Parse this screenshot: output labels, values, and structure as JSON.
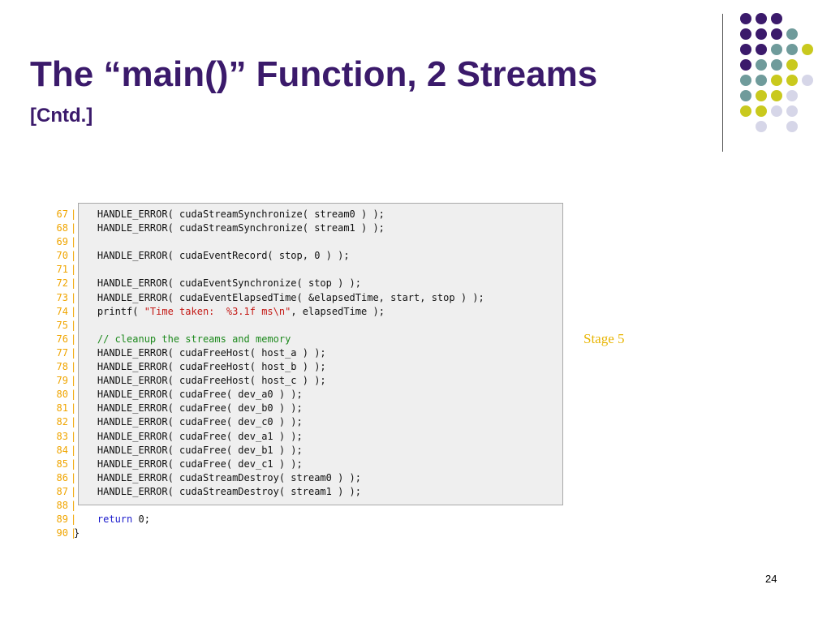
{
  "slide": {
    "title": "The “main()” Function, 2 Streams",
    "subtitle": "[Cntd.]",
    "stage_label": "Stage 5",
    "page_number": "24"
  },
  "colors": {
    "title": "#3b1a6b",
    "dot_purple": "#3b1a6b",
    "dot_teal": "#6f9b9b",
    "dot_yellow": "#c9c91e",
    "dot_lavender": "#d6d6e8",
    "line_number": "#f0a500",
    "stage_label": "#e8b400"
  },
  "decoration": {
    "dot_grid": [
      [
        "purple",
        "purple",
        "purple",
        null,
        null
      ],
      [
        "purple",
        "purple",
        "purple",
        "teal",
        null
      ],
      [
        "purple",
        "purple",
        "teal",
        "teal",
        "yellow"
      ],
      [
        "purple",
        "teal",
        "teal",
        "yellow",
        null
      ],
      [
        "teal",
        "teal",
        "yellow",
        "yellow",
        "lavender"
      ],
      [
        "teal",
        "yellow",
        "yellow",
        "lavender",
        null
      ],
      [
        "yellow",
        "yellow",
        "lavender",
        "lavender",
        null
      ],
      [
        null,
        "lavender",
        null,
        "lavender",
        null
      ]
    ]
  },
  "code": [
    {
      "n": "67",
      "segments": [
        {
          "t": "    HANDLE_ERROR( cudaStreamSynchronize( stream0 ) );",
          "c": ""
        }
      ]
    },
    {
      "n": "68",
      "segments": [
        {
          "t": "    HANDLE_ERROR( cudaStreamSynchronize( stream1 ) );",
          "c": ""
        }
      ]
    },
    {
      "n": "69",
      "segments": [
        {
          "t": "",
          "c": ""
        }
      ]
    },
    {
      "n": "70",
      "segments": [
        {
          "t": "    HANDLE_ERROR( cudaEventRecord( stop, 0 ) );",
          "c": ""
        }
      ]
    },
    {
      "n": "71",
      "segments": [
        {
          "t": "",
          "c": ""
        }
      ]
    },
    {
      "n": "72",
      "segments": [
        {
          "t": "    HANDLE_ERROR( cudaEventSynchronize( stop ) );",
          "c": ""
        }
      ]
    },
    {
      "n": "73",
      "segments": [
        {
          "t": "    HANDLE_ERROR( cudaEventElapsedTime( &elapsedTime, start, stop ) );",
          "c": ""
        }
      ]
    },
    {
      "n": "74",
      "segments": [
        {
          "t": "    printf( ",
          "c": ""
        },
        {
          "t": "\"Time taken:  %3.1f ms\\n\"",
          "c": "str"
        },
        {
          "t": ", elapsedTime );",
          "c": ""
        }
      ]
    },
    {
      "n": "75",
      "segments": [
        {
          "t": "",
          "c": ""
        }
      ]
    },
    {
      "n": "76",
      "segments": [
        {
          "t": "    ",
          "c": ""
        },
        {
          "t": "// cleanup the streams and memory",
          "c": "cmt"
        }
      ]
    },
    {
      "n": "77",
      "segments": [
        {
          "t": "    HANDLE_ERROR( cudaFreeHost( host_a ) );",
          "c": ""
        }
      ]
    },
    {
      "n": "78",
      "segments": [
        {
          "t": "    HANDLE_ERROR( cudaFreeHost( host_b ) );",
          "c": ""
        }
      ]
    },
    {
      "n": "79",
      "segments": [
        {
          "t": "    HANDLE_ERROR( cudaFreeHost( host_c ) );",
          "c": ""
        }
      ]
    },
    {
      "n": "80",
      "segments": [
        {
          "t": "    HANDLE_ERROR( cudaFree( dev_a0 ) );",
          "c": ""
        }
      ]
    },
    {
      "n": "81",
      "segments": [
        {
          "t": "    HANDLE_ERROR( cudaFree( dev_b0 ) );",
          "c": ""
        }
      ]
    },
    {
      "n": "82",
      "segments": [
        {
          "t": "    HANDLE_ERROR( cudaFree( dev_c0 ) );",
          "c": ""
        }
      ]
    },
    {
      "n": "83",
      "segments": [
        {
          "t": "    HANDLE_ERROR( cudaFree( dev_a1 ) );",
          "c": ""
        }
      ]
    },
    {
      "n": "84",
      "segments": [
        {
          "t": "    HANDLE_ERROR( cudaFree( dev_b1 ) );",
          "c": ""
        }
      ]
    },
    {
      "n": "85",
      "segments": [
        {
          "t": "    HANDLE_ERROR( cudaFree( dev_c1 ) );",
          "c": ""
        }
      ]
    },
    {
      "n": "86",
      "segments": [
        {
          "t": "    HANDLE_ERROR( cudaStreamDestroy( stream0 ) );",
          "c": ""
        }
      ]
    },
    {
      "n": "87",
      "segments": [
        {
          "t": "    HANDLE_ERROR( cudaStreamDestroy( stream1 ) );",
          "c": ""
        }
      ]
    },
    {
      "n": "88",
      "segments": [
        {
          "t": "",
          "c": ""
        }
      ]
    },
    {
      "n": "89",
      "segments": [
        {
          "t": "    ",
          "c": ""
        },
        {
          "t": "return",
          "c": "kw"
        },
        {
          "t": " 0;",
          "c": ""
        }
      ]
    },
    {
      "n": "90",
      "segments": [
        {
          "t": "}",
          "c": ""
        }
      ],
      "outside": true
    }
  ]
}
